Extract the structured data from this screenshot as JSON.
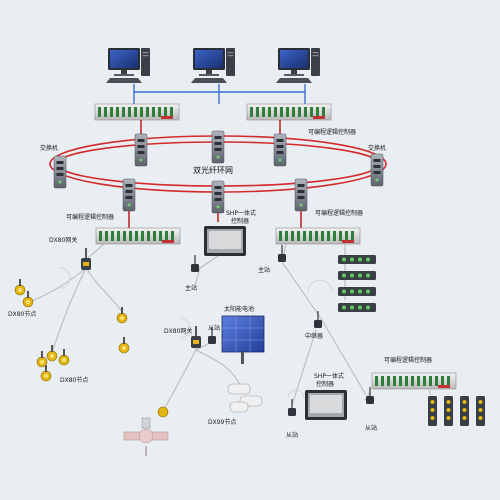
{
  "labels": {
    "switch_left": "交换机",
    "switch_right": "交换机",
    "ring": "双光纤环网",
    "plc_top": "可编程逻辑控制器",
    "plc_left": "可编程逻辑控制器",
    "plc_right": "可编程逻辑控制器",
    "plc_bottom": "可编程逻辑控制器",
    "shp_top_1": "SHP一体式",
    "shp_top_2": "控制器",
    "shp_bottom_1": "SHP一体式",
    "shp_bottom_2": "控制器",
    "dx80_gateway_top": "DX80网关",
    "dx80_gateway_mid": "DX80网关",
    "dx80_node_1": "DX80节点",
    "dx80_node_2": "DX80节点",
    "dx99_node": "DX99节点",
    "solar": "太阳能电池",
    "master_mid": "主站",
    "master_right": "主站",
    "slave_mid": "从站",
    "slave_bottom": "从站",
    "slave_right": "从站",
    "repeater": "中继器"
  },
  "colors": {
    "background": "#e9eef2",
    "ring": "#d42a2a",
    "bus": "#3a6fc9",
    "link": "#bcbcbc",
    "wireless": "#d6d6d6"
  }
}
